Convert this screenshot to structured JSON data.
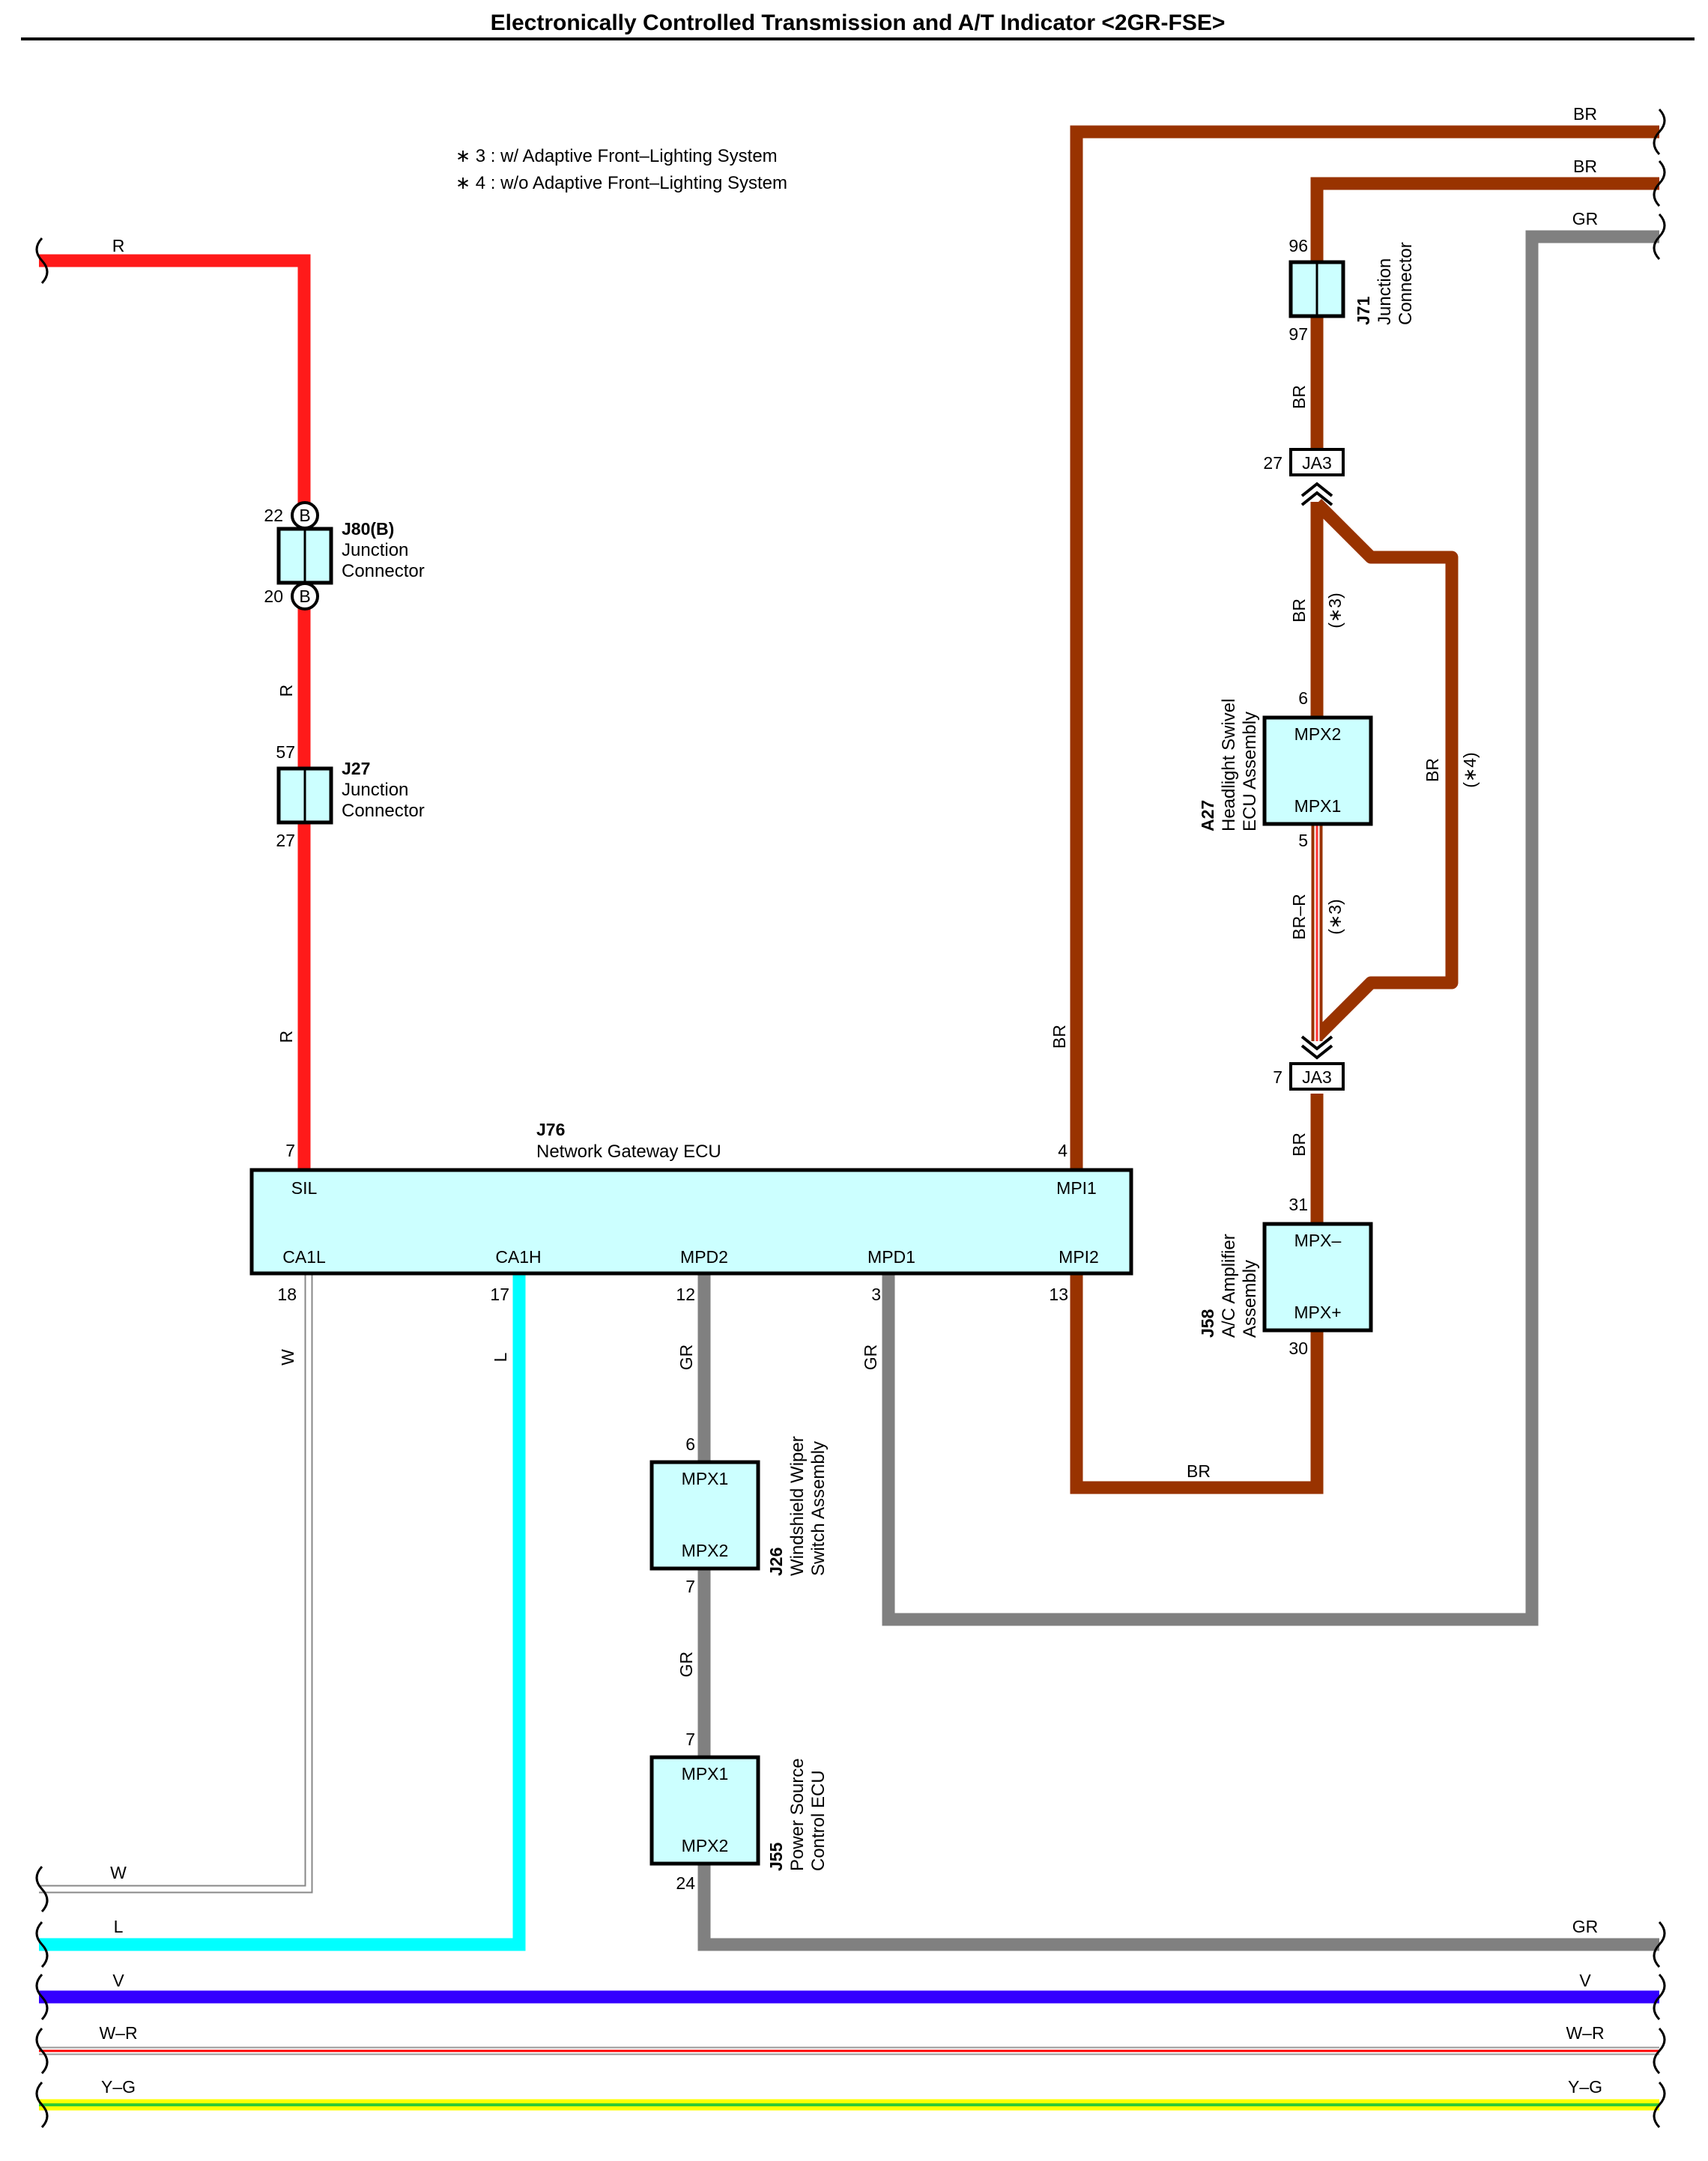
{
  "title": "Electronically Controlled Transmission and A/T Indicator <2GR-FSE>",
  "notes": [
    "∗ 3 : w/ Adaptive Front–Lighting System",
    "∗ 4 : w/o Adaptive Front–Lighting System"
  ],
  "colors": {
    "R": "#ff1a1a",
    "BR": "#993300",
    "GR": "#808080",
    "L": "#00ffff",
    "V": "#3300ff",
    "W": "#999999",
    "WR_red": "#ff0000",
    "YG_yellow": "#ffff00",
    "YG_green": "#33cc33",
    "box_fill": "#ccffff"
  },
  "wire_labels": {
    "r_top": "R",
    "r_mid1": "R",
    "r_mid2": "R",
    "br_top1": "BR",
    "br_top2": "BR",
    "gr_top": "GR",
    "br_j71": "BR",
    "br_a27_top": "BR",
    "note3_a": "(∗3)",
    "br_right": "BR",
    "note4": "(∗4)",
    "brr": "BR–R",
    "note3_b": "(∗3)",
    "br_j58": "BR",
    "br_long": "BR",
    "br_bottom": "BR",
    "w_vert": "W",
    "l_vert": "L",
    "gr_mpd2": "GR",
    "gr_mpd1": "GR",
    "gr_j26": "GR",
    "w_left": "W",
    "l_left": "L",
    "gr_right": "GR",
    "v_left": "V",
    "v_right": "V",
    "wr_left": "W–R",
    "wr_right": "W–R",
    "yg_left": "Y–G",
    "yg_right": "Y–G"
  },
  "connectors": {
    "j80": {
      "id": "J80(B)",
      "name1": "Junction",
      "name2": "Connector",
      "pin_top": "22",
      "pin_bottom": "20",
      "badge": "B"
    },
    "j27": {
      "id": "J27",
      "name1": "Junction",
      "name2": "Connector",
      "pin_top": "57",
      "pin_bottom": "27"
    },
    "j71": {
      "id": "J71",
      "name1": "Junction",
      "name2": "Connector",
      "pin_top": "96",
      "pin_bottom": "97"
    },
    "ja3_top": {
      "label": "JA3",
      "pin": "27"
    },
    "ja3_bottom": {
      "label": "JA3",
      "pin": "7"
    },
    "a27": {
      "id": "A27",
      "name1": "Headlight Swivel",
      "name2": "ECU Assembly",
      "pin_top": "6",
      "pin_bottom": "5",
      "t1": "MPX2",
      "t2": "MPX1"
    },
    "j58": {
      "id": "J58",
      "name1": "A/C Amplifier",
      "name2": "Assembly",
      "pin_top": "31",
      "pin_bottom": "30",
      "t1": "MPX–",
      "t2": "MPX+"
    },
    "j26": {
      "id": "J26",
      "name1": "Windshield Wiper",
      "name2": "Switch Assembly",
      "pin_top": "6",
      "pin_bottom": "7",
      "t1": "MPX1",
      "t2": "MPX2"
    },
    "j55": {
      "id": "J55",
      "name1": "Power Source",
      "name2": "Control ECU",
      "pin_top": "7",
      "pin_bottom": "24",
      "t1": "MPX1",
      "t2": "MPX2"
    },
    "j76": {
      "id": "J76",
      "name": "Network Gateway ECU",
      "pin_sil": "7",
      "pin_mpi1": "4",
      "pin_ca1l": "18",
      "pin_ca1h": "17",
      "pin_mpd2": "12",
      "pin_mpd1": "3",
      "pin_mpi2": "13",
      "t_sil": "SIL",
      "t_mpi1": "MPI1",
      "t_ca1l": "CA1L",
      "t_ca1h": "CA1H",
      "t_mpd2": "MPD2",
      "t_mpd1": "MPD1",
      "t_mpi2": "MPI2"
    }
  }
}
